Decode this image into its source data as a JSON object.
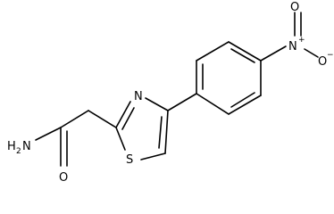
{
  "molecule": {
    "atoms": {
      "amide_n": "H",
      "amide_n_sub": "2",
      "amide_n_letter": "N",
      "amide_o": "O",
      "thiazole_n": "N",
      "thiazole_s": "S",
      "nitro_n": "N",
      "nitro_n_charge": "+",
      "nitro_o_top": "O",
      "nitro_o_right": "O",
      "nitro_o_charge": "−"
    }
  }
}
